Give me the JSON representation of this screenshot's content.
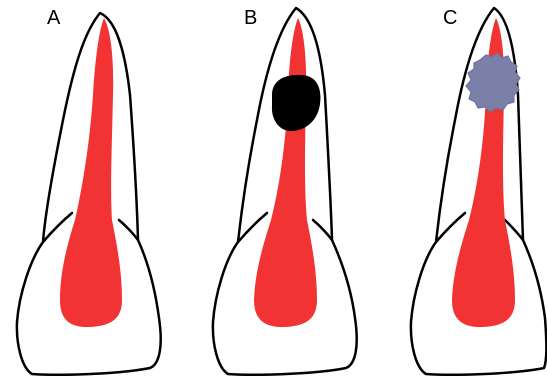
{
  "panels": [
    {
      "label": "A",
      "lesion": "none"
    },
    {
      "label": "B",
      "lesion": "solid-black-oval"
    },
    {
      "label": "C",
      "lesion": "irregular-gray-blue-blob"
    }
  ],
  "colors": {
    "tooth_fill": "#ffffff",
    "tooth_outline": "#000000",
    "pulp_canal": "#f23333",
    "lesion_b": "#000000",
    "lesion_c": "#7b80a8",
    "lesion_c_edge": "#6e739d"
  }
}
